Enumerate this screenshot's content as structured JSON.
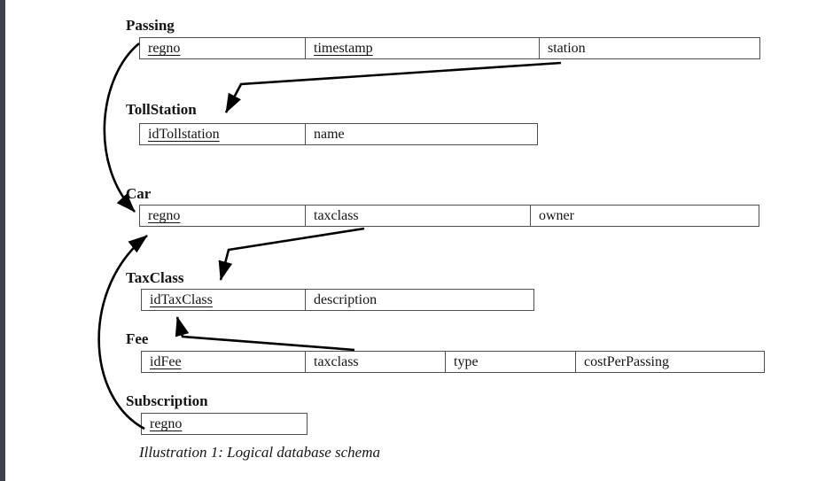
{
  "diagram": {
    "caption": "Illustration 1: Logical database schema",
    "tables": [
      {
        "name": "Passing",
        "fields": [
          {
            "label": "regno",
            "key": true
          },
          {
            "label": "timestamp",
            "key": true
          },
          {
            "label": "station",
            "key": false
          }
        ]
      },
      {
        "name": "TollStation",
        "fields": [
          {
            "label": "idTollstation",
            "key": true
          },
          {
            "label": "name",
            "key": false
          }
        ]
      },
      {
        "name": "Car",
        "fields": [
          {
            "label": "regno",
            "key": true
          },
          {
            "label": "taxclass",
            "key": false
          },
          {
            "label": "owner",
            "key": false
          }
        ]
      },
      {
        "name": "TaxClass",
        "fields": [
          {
            "label": "idTaxClass",
            "key": true
          },
          {
            "label": "description",
            "key": false
          }
        ]
      },
      {
        "name": "Fee",
        "fields": [
          {
            "label": "idFee",
            "key": true
          },
          {
            "label": "taxclass",
            "key": false
          },
          {
            "label": "type",
            "key": false
          },
          {
            "label": "costPerPassing",
            "key": false
          }
        ]
      },
      {
        "name": "Subscription",
        "fields": [
          {
            "label": "regno",
            "key": true
          }
        ]
      }
    ],
    "relations": [
      {
        "from": "Passing.regno",
        "to": "Car.regno"
      },
      {
        "from": "Passing.station",
        "to": "TollStation.idTollstation"
      },
      {
        "from": "Car.taxclass",
        "to": "TaxClass.idTaxClass"
      },
      {
        "from": "Fee.taxclass",
        "to": "TaxClass.idTaxClass"
      },
      {
        "from": "Subscription.regno",
        "to": "Car.regno"
      }
    ]
  },
  "colors": {
    "edge_strip": "#3c434a",
    "table_border": "#4f4f4f",
    "arrow": "#000000",
    "text": "#141414",
    "background": "#ffffff"
  }
}
